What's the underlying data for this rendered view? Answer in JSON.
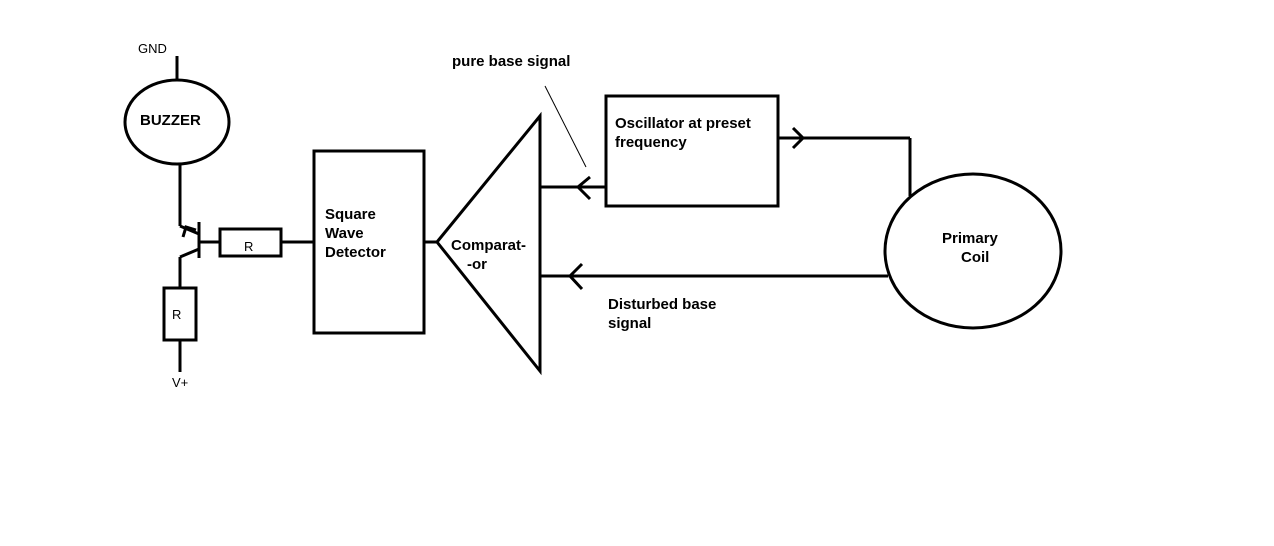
{
  "labels": {
    "gnd": "GND",
    "buzzer": "BUZZER",
    "resistor_base": "R",
    "resistor_emitter": "R",
    "vplus": "V+",
    "detector_line1": "Square",
    "detector_line2": "Wave",
    "detector_line3": "Detector",
    "comparator_line1": "Comparat-",
    "comparator_line2": "-or",
    "pure_signal": "pure base signal",
    "oscillator_line1": "Oscillator at preset",
    "oscillator_line2": "frequency",
    "primary_line1": "Primary",
    "primary_line2": "Coil",
    "disturbed_line1": "Disturbed base",
    "disturbed_line2": "signal"
  }
}
